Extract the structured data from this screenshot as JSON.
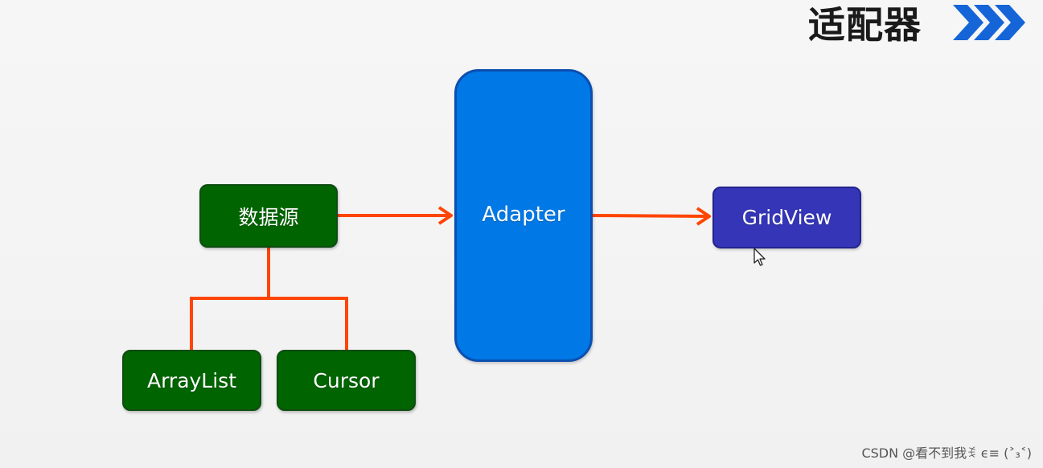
{
  "header": {
    "title": "适配器",
    "decoration_icon": "triple-chevron-right-icon"
  },
  "diagram": {
    "nodes": {
      "data_source": "数据源",
      "arraylist": "ArrayList",
      "cursor": "Cursor",
      "adapter": "Adapter",
      "gridview": "GridView"
    },
    "colors": {
      "data_node": "#006400",
      "adapter_node": "#0078e6",
      "view_node": "#3535b8",
      "connector": "#ff4500",
      "title_chevron": "#1565d8"
    },
    "edges": [
      {
        "from": "ArrayList",
        "to": "数据源",
        "style": "tree"
      },
      {
        "from": "Cursor",
        "to": "数据源",
        "style": "tree"
      },
      {
        "from": "数据源",
        "to": "Adapter",
        "style": "arrow"
      },
      {
        "from": "Adapter",
        "to": "GridView",
        "style": "arrow"
      }
    ]
  },
  "overlay": {
    "pointer_icon": "mouse-pointer-icon"
  },
  "watermark": {
    "text": "CSDN @看不到我ꉂ ϵ≡ (˃₃˂)"
  }
}
